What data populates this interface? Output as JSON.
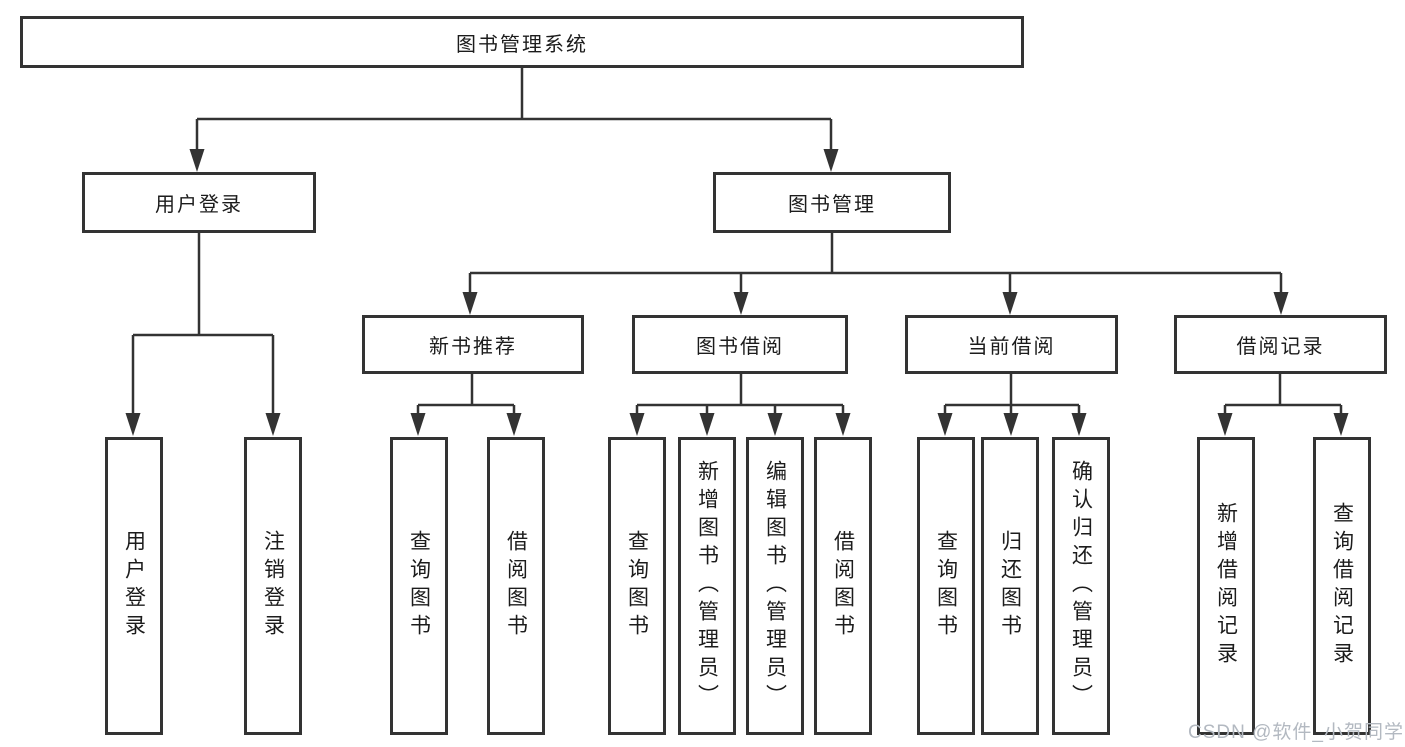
{
  "diagram": {
    "title_node": "图书管理系统",
    "level2": {
      "user_login": "用户登录",
      "book_mgmt": "图书管理"
    },
    "level3": {
      "new_book_rec": "新书推荐",
      "book_borrow": "图书借阅",
      "current_borrow": "当前借阅",
      "borrow_records": "借阅记录"
    },
    "leaves": {
      "user_login": "用户登录",
      "logout": "注销登录",
      "rec_query_book": "查询图书",
      "rec_borrow_book": "借阅图书",
      "bb_query_book": "查询图书",
      "bb_add_book": "新增图书（管理员）",
      "bb_edit_book": "编辑图书（管理员）",
      "bb_borrow_book": "借阅图书",
      "cb_query_book": "查询图书",
      "cb_return_book": "归还图书",
      "cb_confirm_return": "确认归还（管理员）",
      "br_add_record": "新增借阅记录",
      "br_query_record": "查询借阅记录"
    }
  },
  "watermark": "CSDN @软件_小贺同学",
  "colors": {
    "line": "#333333",
    "box_border": "#333333",
    "text": "#1c1c1c",
    "watermark": "#b3b9c1",
    "background": "#ffffff"
  }
}
